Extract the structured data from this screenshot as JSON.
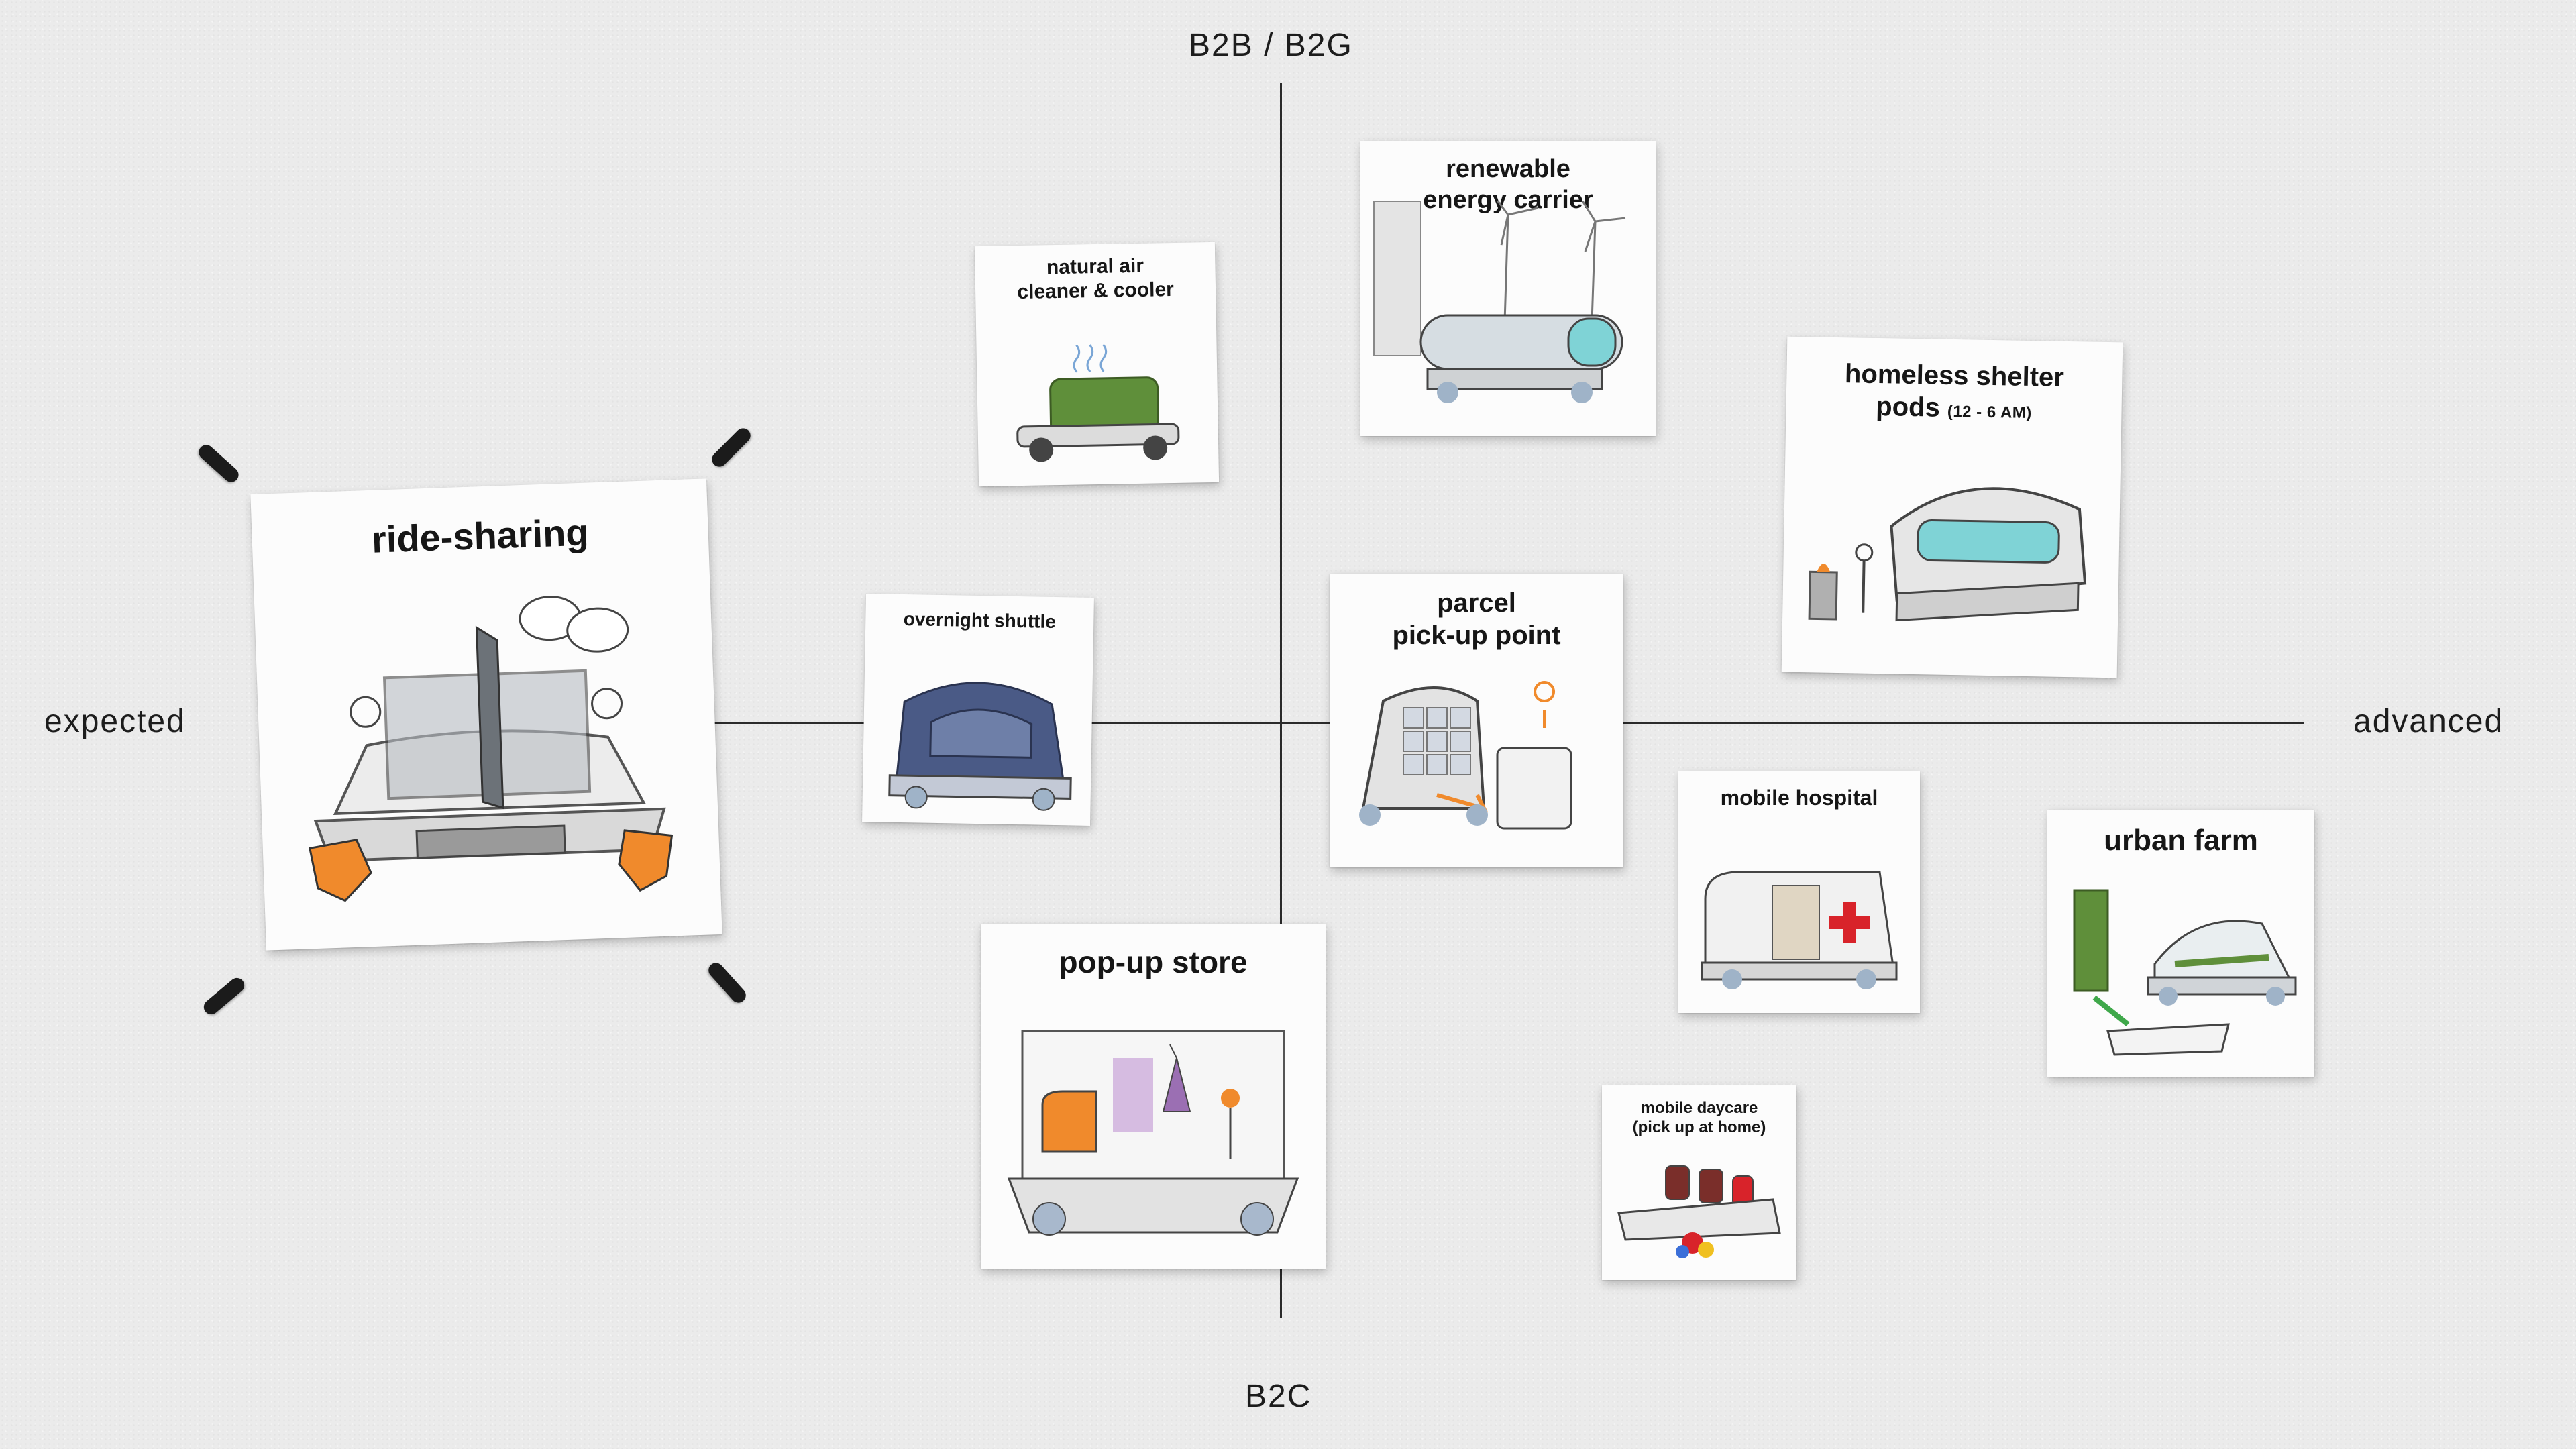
{
  "axes": {
    "top": "B2B / B2G",
    "bottom": "B2C",
    "left": "expected",
    "right": "advanced"
  },
  "cards": {
    "ride_sharing": "ride-sharing",
    "natural_air": {
      "line1": "natural air",
      "line2": "cleaner & cooler"
    },
    "renewable_energy": {
      "line1": "renewable",
      "line2": "energy carrier"
    },
    "homeless_shelter": {
      "line1": "homeless shelter",
      "line2": "pods",
      "note": "(12 - 6 AM)"
    },
    "overnight_shuttle": "overnight shuttle",
    "parcel": {
      "line1": "parcel",
      "line2": "pick-up point"
    },
    "mobile_hospital": "mobile hospital",
    "urban_farm": "urban farm",
    "pop_up_store": "pop-up store",
    "mobile_daycare": {
      "line1": "mobile daycare",
      "line2": "(pick up at home)"
    }
  },
  "icons": {
    "ride_sharing": "shared-pod-sketch-icon",
    "natural_air": "moss-vehicle-sketch-icon",
    "renewable_energy": "hydrogen-tank-sketch-icon",
    "homeless_shelter": "sleeping-pod-sketch-icon",
    "overnight_shuttle": "night-shuttle-sketch-icon",
    "parcel": "parcel-locker-sketch-icon",
    "mobile_hospital": "ambulance-sketch-icon",
    "urban_farm": "greenhouse-car-sketch-icon",
    "pop_up_store": "store-platform-sketch-icon",
    "mobile_daycare": "daycare-seats-sketch-icon"
  },
  "colors": {
    "accent_orange": "#f08a2c",
    "moss_green": "#5f8f3a",
    "hydrogen_teal": "#7fd3d6",
    "night_blue": "#4a5a86",
    "medical_red": "#d8232a",
    "store_purple": "#9b6fb3"
  }
}
